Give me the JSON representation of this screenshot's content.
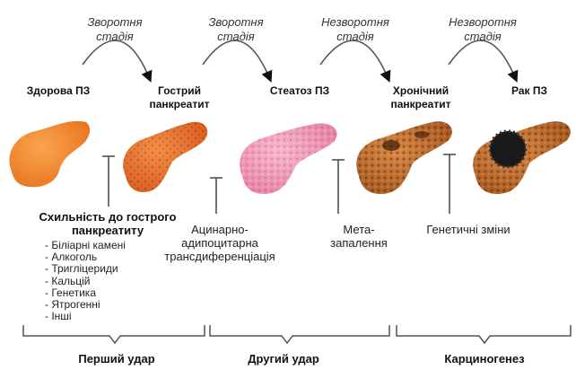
{
  "arrows": [
    {
      "label_line1": "Зворотня",
      "label_line2": "стадія"
    },
    {
      "label_line1": "Зворотня",
      "label_line2": "стадія"
    },
    {
      "label_line1": "Незворотня",
      "label_line2": "стадія"
    },
    {
      "label_line1": "Незворотня",
      "label_line2": "стадія"
    }
  ],
  "states": [
    {
      "line1": "Здорова ПЗ",
      "line2": "",
      "color": "#f08a2c"
    },
    {
      "line1": "Гострий",
      "line2": "панкреатит",
      "color": "#ef7a2e"
    },
    {
      "line1": "Стеатоз ПЗ",
      "line2": "",
      "color": "#ee9ab6"
    },
    {
      "line1": "Хронічний",
      "line2": "панкреатит",
      "color": "#b8642c"
    },
    {
      "line1": "Рак ПЗ",
      "line2": "",
      "color": "#b05a26"
    }
  ],
  "risk": {
    "title_line1": "Схильність до гострого",
    "title_line2": "панкреатиту",
    "items": [
      "- Біліарні камені",
      "- Алкоголь",
      "- Тригліцериди",
      "- Кальцій",
      "- Генетика",
      "- Ятрогенні",
      "- Інші"
    ]
  },
  "notes": [
    {
      "line1": "Ацинарно-",
      "line2": "адипоцитарна",
      "line3": "трансдиференціація"
    },
    {
      "line1": "Мета-",
      "line2": "запалення",
      "line3": ""
    },
    {
      "line1": "Генетичні зміни",
      "line2": "",
      "line3": ""
    }
  ],
  "phases": [
    "Перший удар",
    "Другий удар",
    "Карциногенез"
  ]
}
